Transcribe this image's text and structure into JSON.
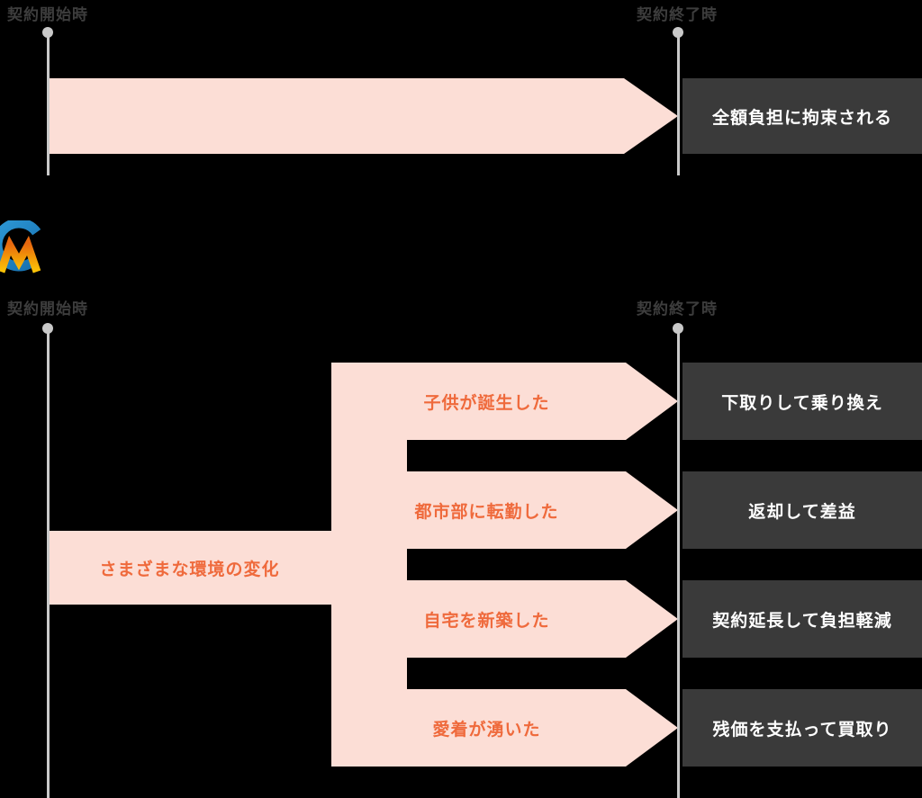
{
  "colors": {
    "pink": "#fcded6",
    "orange": "#ef6a3c",
    "dark_box": "#3a3a3a",
    "line_gray": "#c9c9c9",
    "label_dark": "#3d3d3d",
    "white": "#ffffff",
    "bg": "#000000",
    "logo_blue": "#1b80c3",
    "logo_orange": "#e8680f",
    "logo_yellow": "#fcc707"
  },
  "icons": {
    "logo": "cm-circle-mountain-logo",
    "timeline_dot": "timeline-dot"
  },
  "top_section": {
    "start_label": "契約開始時",
    "end_label": "契約終了時",
    "result_box": "全額負担に拘束される"
  },
  "bottom_section": {
    "start_label": "契約開始時",
    "end_label": "契約終了時",
    "trigger_label": "さまざまな環境の変化",
    "branches": [
      {
        "reason": "子供が誕生した",
        "outcome": "下取りして乗り換え"
      },
      {
        "reason": "都市部に転勤した",
        "outcome": "返却して差益"
      },
      {
        "reason": "自宅を新築した",
        "outcome": "契約延長して負担軽減"
      },
      {
        "reason": "愛着が湧いた",
        "outcome": "残価を支払って買取り"
      }
    ]
  }
}
